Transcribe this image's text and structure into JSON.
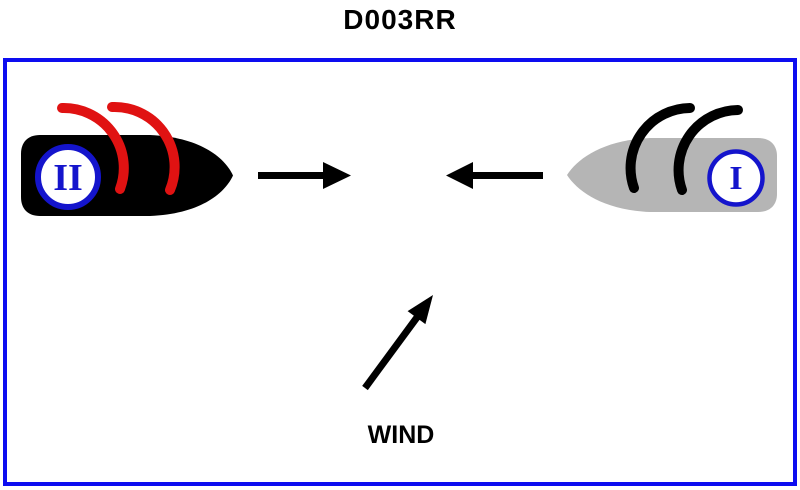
{
  "title": "D003RR",
  "frame": {
    "border_color": "#0d0df0"
  },
  "colors": {
    "accent_blue": "#1414cc",
    "hull_black": "#000000",
    "hull_gray": "#b5b5b5",
    "sail_red": "#e01212",
    "sail_black": "#000000",
    "arrow_black": "#000000"
  },
  "boats": [
    {
      "label": "II",
      "position": "left",
      "hull_color": "#000000",
      "sail_color": "#e01212",
      "heading": "right"
    },
    {
      "label": "I",
      "position": "right",
      "hull_color": "#b5b5b5",
      "sail_color": "#000000",
      "heading": "left"
    }
  ],
  "wind": {
    "label": "WIND",
    "direction": "up-right"
  }
}
